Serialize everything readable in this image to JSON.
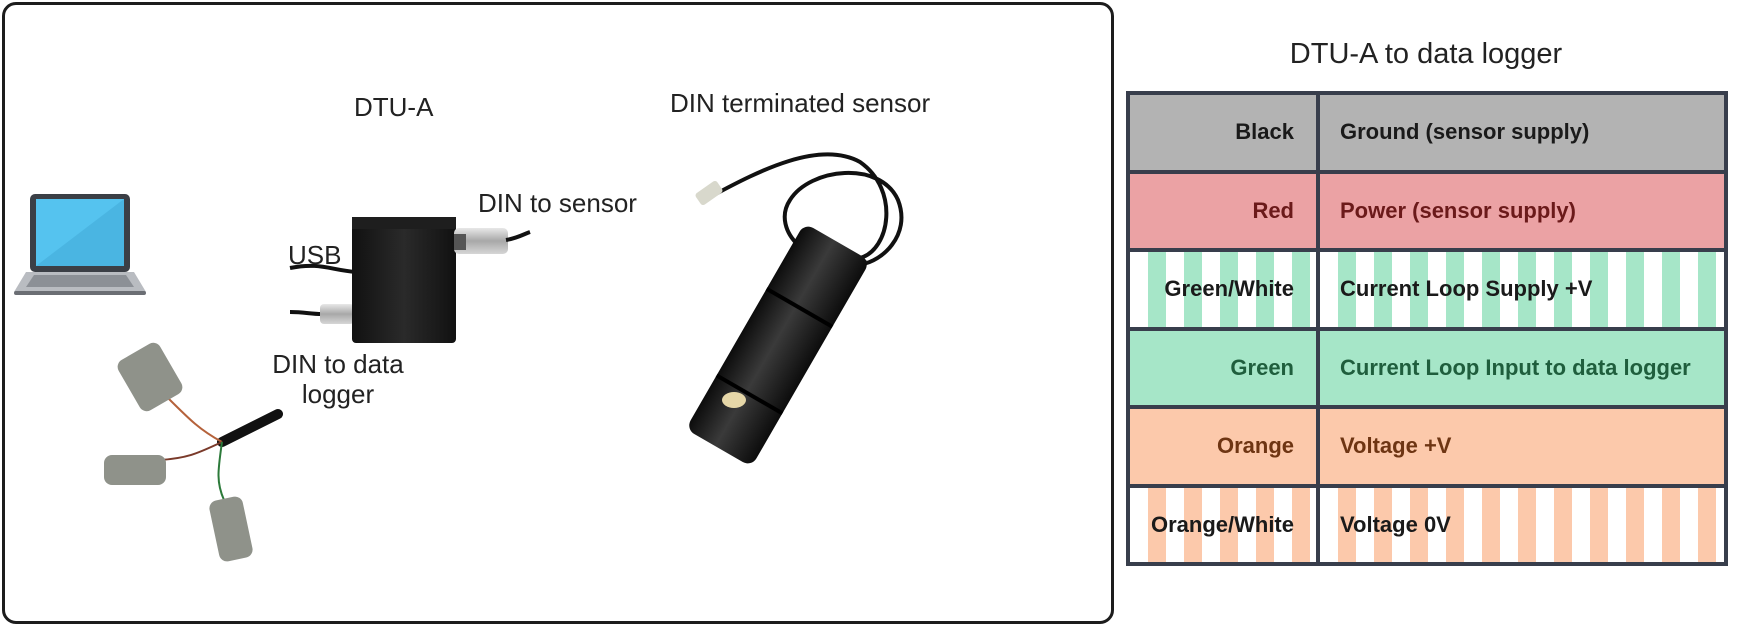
{
  "labels": {
    "dtu_a": "DTU-A",
    "sensor": "DIN terminated sensor",
    "din_sensor": "DIN to sensor",
    "usb": "USB",
    "din_logger_line1": "DIN to data",
    "din_logger_line2": "logger"
  },
  "table": {
    "title": "DTU-A to data logger",
    "rows": [
      {
        "color": "Black",
        "function": "Ground (sensor supply)",
        "bg": "#b3b3b3",
        "text": "#1a1a1a",
        "striped": false
      },
      {
        "color": "Red",
        "function": "Power (sensor supply)",
        "bg": "#eba2a4",
        "text": "#6b1a1a",
        "striped": false
      },
      {
        "color": "Green/White",
        "function": "Current Loop Supply +V",
        "bg": "#a6e6c8",
        "text": "#1a1a1a",
        "striped": true
      },
      {
        "color": "Green",
        "function": "Current Loop Input to data logger",
        "bg": "#a6e6c8",
        "text": "#1f5e3d",
        "striped": false
      },
      {
        "color": "Orange",
        "function": "Voltage +V",
        "bg": "#fcc9ab",
        "text": "#6e3513",
        "striped": false
      },
      {
        "color": "Orange/White",
        "function": "Voltage 0V",
        "bg": "#fcc9ab",
        "text": "#1a1a1a",
        "striped": true
      }
    ]
  },
  "icons": {
    "laptop": "laptop-icon",
    "dtu": "dtu-a-box-icon",
    "sensor": "din-sensor-icon",
    "logger_cable": "logger-cable-icon"
  }
}
